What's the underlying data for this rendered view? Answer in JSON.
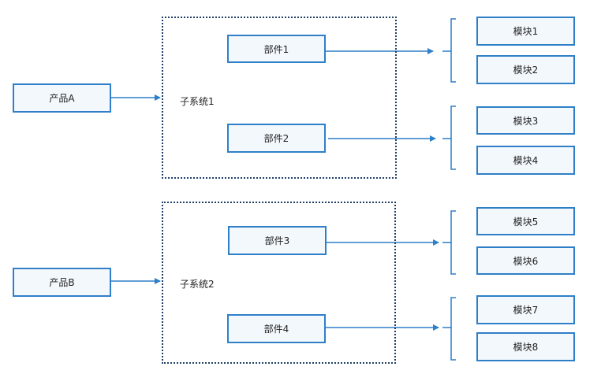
{
  "products": [
    "产品A",
    "产品B"
  ],
  "subsystems": [
    "子系统1",
    "子系统2"
  ],
  "parts": [
    "部件1",
    "部件2",
    "部件3",
    "部件4"
  ],
  "modules": [
    "模块1",
    "模块2",
    "模块3",
    "模块4",
    "模块5",
    "模块6",
    "模块7",
    "模块8"
  ],
  "colors": {
    "line": "#2f7fc8",
    "box_fill": "#f3f8fd",
    "frame": "#1f3f66"
  }
}
